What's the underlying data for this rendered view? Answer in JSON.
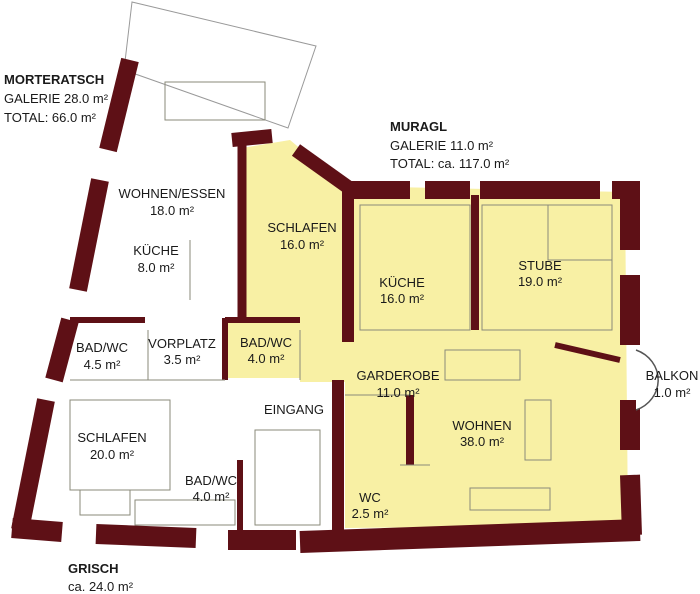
{
  "colors": {
    "wall": "#5e1016",
    "muragl_fill": "#f8f0a4",
    "background": "#ffffff"
  },
  "apartments": {
    "morteratsch": {
      "name": "MORTERATSCH",
      "galerie": "GALERIE 28.0 m²",
      "total": "TOTAL: 66.0 m²"
    },
    "muragl": {
      "name": "MURAGL",
      "galerie": "GALERIE 11.0 m²",
      "total": "TOTAL: ca. 117.0 m²"
    },
    "grisch": {
      "name": "GRISCH",
      "total": "ca. 24.0 m²"
    }
  },
  "rooms": {
    "wohnen_essen": {
      "name": "WOHNEN/ESSEN",
      "area": "18.0 m²"
    },
    "kueche_m": {
      "name": "KÜCHE",
      "area": "8.0 m²"
    },
    "bad_m": {
      "name": "BAD/WC",
      "area": "4.5 m²"
    },
    "vorplatz": {
      "name": "VORPLATZ",
      "area": "3.5 m²"
    },
    "schlafen_mu": {
      "name": "SCHLAFEN",
      "area": "16.0 m²"
    },
    "bad_mu": {
      "name": "BAD/WC",
      "area": "4.0 m²"
    },
    "kueche_mu": {
      "name": "KÜCHE",
      "area": "16.0 m²"
    },
    "stube": {
      "name": "STUBE",
      "area": "19.0 m²"
    },
    "garderobe": {
      "name": "GARDEROBE",
      "area": "11.0 m²"
    },
    "balkon": {
      "name": "BALKON",
      "area": "1.0 m²"
    },
    "eingang": {
      "name": "EINGANG"
    },
    "wohnen": {
      "name": "WOHNEN",
      "area": "38.0 m²"
    },
    "wc": {
      "name": "WC",
      "area": "2.5 m²"
    },
    "schlafen_g": {
      "name": "SCHLAFEN",
      "area": "20.0 m²"
    },
    "bad_g": {
      "name": "BAD/WC",
      "area": "4.0 m²"
    }
  }
}
